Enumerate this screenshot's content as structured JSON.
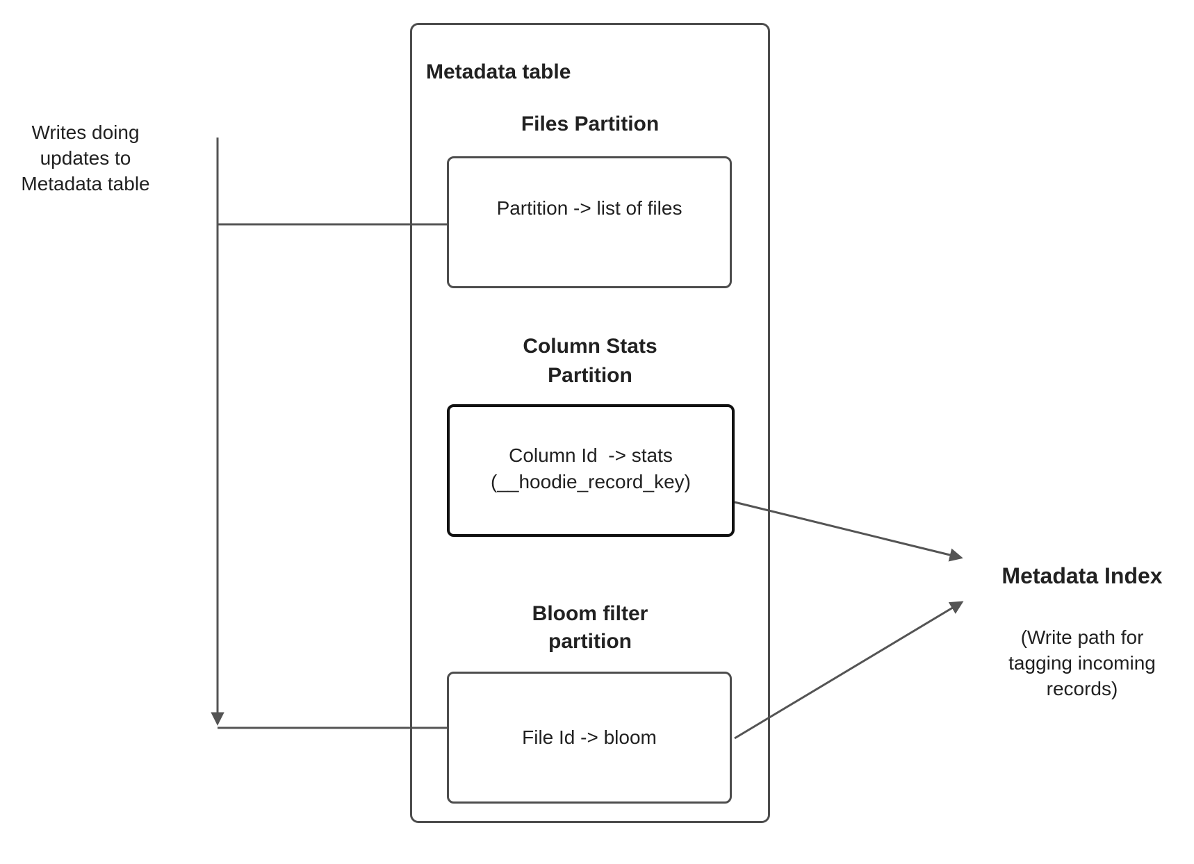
{
  "left_note": {
    "lines": [
      "Writes doing",
      "updates to",
      "Metadata table"
    ]
  },
  "metadata_table": {
    "title": "Metadata table",
    "files_partition": {
      "heading": "Files Partition",
      "mapping": "Partition -> list of files"
    },
    "column_stats_partition": {
      "heading_lines": [
        "Column Stats",
        "Partition"
      ],
      "mapping_lines": [
        "Column Id  -> stats",
        "(__hoodie_record_key)"
      ]
    },
    "bloom_filter_partition": {
      "heading_lines": [
        "Bloom filter",
        "partition"
      ],
      "mapping": "File Id -> bloom"
    }
  },
  "metadata_index": {
    "title": "Metadata Index",
    "subtitle_lines": [
      "(Write path for",
      "tagging incoming",
      "records)"
    ]
  },
  "colors": {
    "connector": "#545454",
    "box_border": "#4d4d4d",
    "emphasis_border": "#111111",
    "text": "#212121",
    "canvas_bg": "#ffffff"
  }
}
